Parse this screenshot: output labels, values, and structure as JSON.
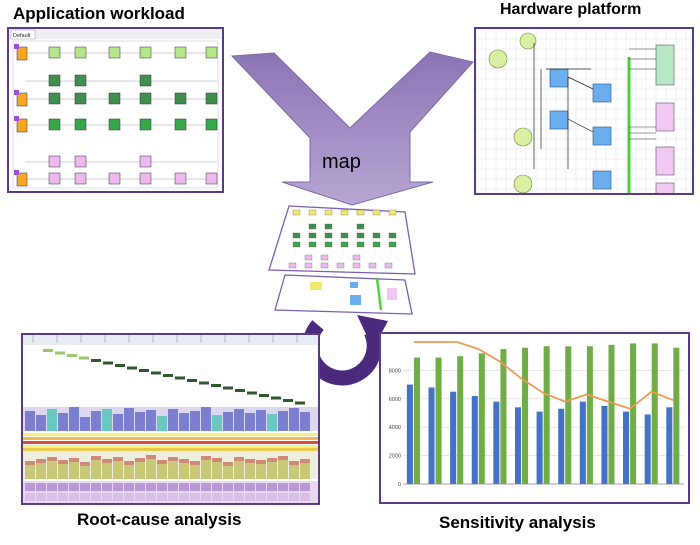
{
  "labels": {
    "app_workload": "Application workload",
    "hw_platform": "Hardware platform",
    "map": "map",
    "root_cause": "Root-cause analysis",
    "sensitivity": "Sensitivity analysis"
  },
  "app_panel": {
    "tab_label": "Default",
    "colors": {
      "orange": "#f5a623",
      "light_green": "#b5e68a",
      "dark_green": "#3f8f4f",
      "green": "#35a94a",
      "pink": "#f0b8f0",
      "purple": "#9b4fd1"
    }
  },
  "hw_panel": {
    "colors": {
      "clock": "#d9f0a3",
      "processor": "#6aaef0",
      "bus": "#4cd13c",
      "memory_top": "#b8e8c8",
      "memory": "#f0c8f0"
    }
  },
  "sensitivity_chart": {
    "colors": {
      "blue": "#4472c4",
      "green": "#70ad47",
      "orange": "#ed9a56"
    },
    "y_ticks": [
      "8000",
      "6000",
      "4000",
      "2000",
      "0"
    ]
  },
  "chart_data": {
    "type": "bar",
    "ylim": [
      0,
      10000
    ],
    "series": [
      {
        "values": [
          7000,
          6800,
          6500,
          6200,
          5800,
          5400,
          5100,
          5300,
          5800,
          5500,
          5100,
          4900,
          5400
        ]
      },
      {
        "values": [
          8900,
          8900,
          9000,
          9200,
          9500,
          9600,
          9700,
          9700,
          9700,
          9800,
          9900,
          9900,
          9600
        ]
      },
      {
        "values": [
          11200,
          10800,
          10200,
          9500,
          8600,
          7400,
          6400,
          5800,
          6300,
          5800,
          5300,
          6500,
          5900
        ]
      }
    ]
  }
}
